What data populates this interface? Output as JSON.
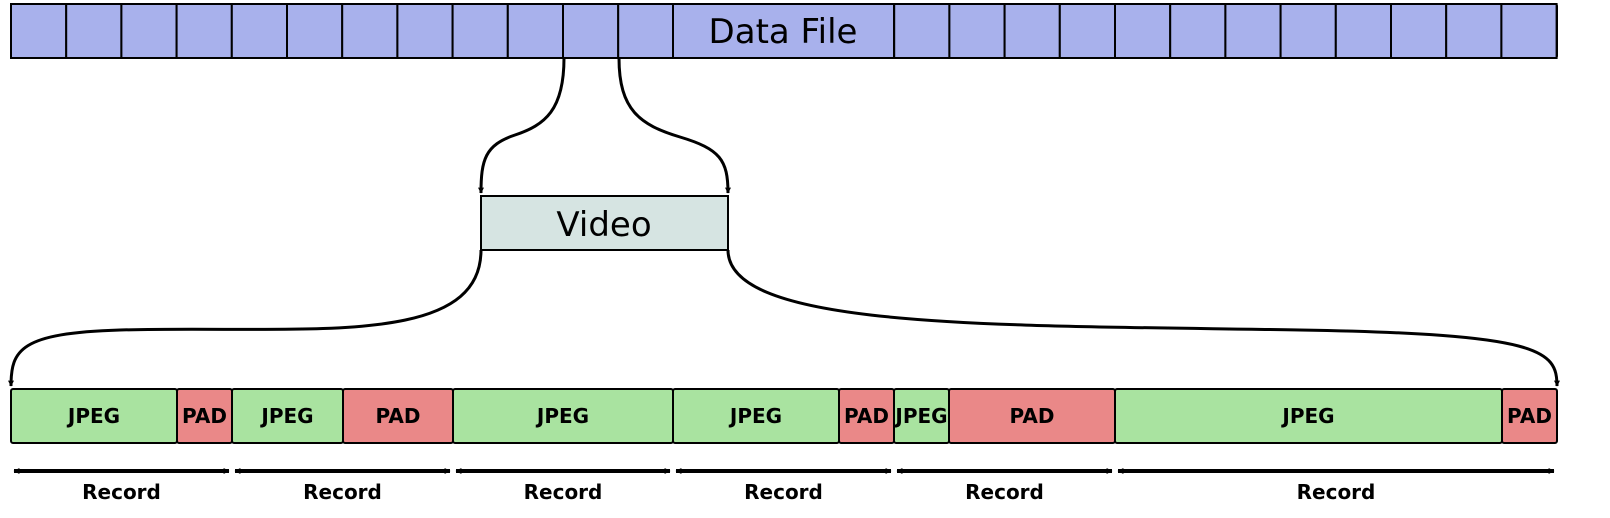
{
  "data_file": {
    "label": "Data File",
    "cell_count": 28,
    "fill": "#a8b1ec"
  },
  "video": {
    "label": "Video",
    "fill": "#d6e4e2"
  },
  "colors": {
    "jpeg": "#a9e3a0",
    "pad": "#ea8888",
    "stroke": "#000000"
  },
  "segments": [
    {
      "type": "jpeg",
      "label": "JPEG"
    },
    {
      "type": "pad",
      "label": "PAD"
    },
    {
      "type": "jpeg",
      "label": "JPEG"
    },
    {
      "type": "pad",
      "label": "PAD"
    },
    {
      "type": "jpeg",
      "label": "JPEG"
    },
    {
      "type": "jpeg",
      "label": "JPEG"
    },
    {
      "type": "pad",
      "label": "PAD"
    },
    {
      "type": "jpeg",
      "label": "JPEG"
    },
    {
      "type": "pad",
      "label": "PAD"
    },
    {
      "type": "jpeg",
      "label": "JPEG"
    },
    {
      "type": "pad",
      "label": "PAD"
    }
  ],
  "records": [
    {
      "label": "Record"
    },
    {
      "label": "Record"
    },
    {
      "label": "Record"
    },
    {
      "label": "Record"
    },
    {
      "label": "Record"
    },
    {
      "label": "Record"
    }
  ]
}
